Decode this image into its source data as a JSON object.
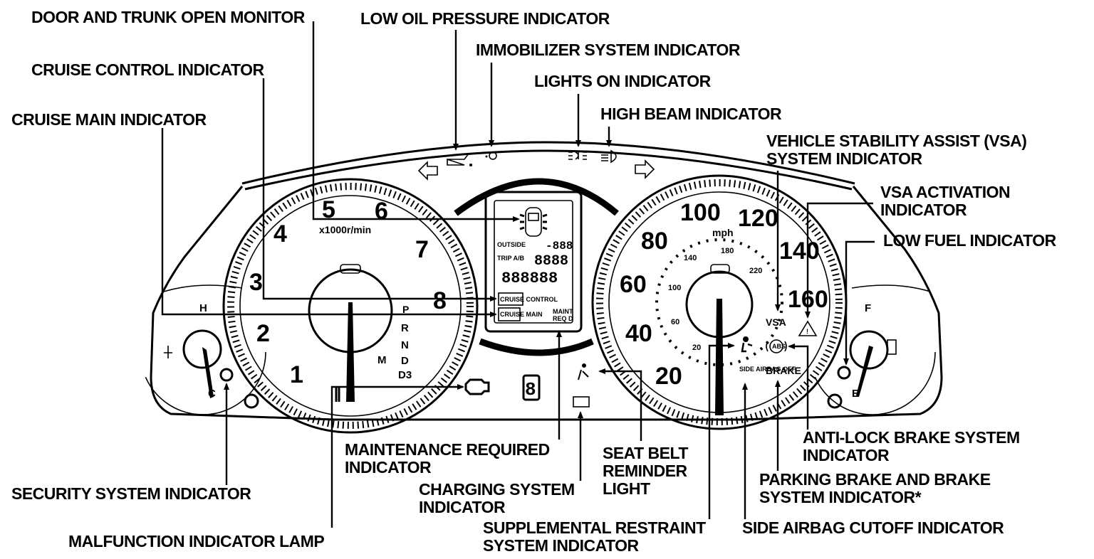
{
  "labels": {
    "door_trunk": "DOOR AND TRUNK OPEN MONITOR",
    "low_oil": "LOW OIL PRESSURE INDICATOR",
    "immobilizer": "IMMOBILIZER SYSTEM INDICATOR",
    "lights_on": "LIGHTS ON INDICATOR",
    "high_beam": "HIGH BEAM INDICATOR",
    "cruise_control": "CRUISE CONTROL INDICATOR",
    "cruise_main": "CRUISE MAIN INDICATOR",
    "vsa_line1": "VEHICLE STABILITY ASSIST (VSA)",
    "vsa_line2": "SYSTEM INDICATOR",
    "vsa_act_line1": "VSA ACTIVATION",
    "vsa_act_line2": "INDICATOR",
    "low_fuel": "LOW FUEL INDICATOR",
    "maint_line1": "MAINTENANCE REQUIRED",
    "maint_line2": "INDICATOR",
    "seatbelt_line1": "SEAT BELT",
    "seatbelt_line2": "REMINDER",
    "seatbelt_line3": "LIGHT",
    "charging_line1": "CHARGING SYSTEM",
    "charging_line2": "INDICATOR",
    "security": "SECURITY SYSTEM INDICATOR",
    "mil": "MALFUNCTION INDICATOR LAMP",
    "srs_line1": "SUPPLEMENTAL RESTRAINT",
    "srs_line2": "SYSTEM INDICATOR",
    "abs_line1": "ANTI-LOCK BRAKE SYSTEM",
    "abs_line2": "INDICATOR",
    "parking_line1": "PARKING BRAKE AND BRAKE",
    "parking_line2": "SYSTEM INDICATOR*",
    "side_airbag": "SIDE AIRBAG CUTOFF INDICATOR"
  },
  "tachometer": {
    "unit": "x1000r/min",
    "numbers": [
      "1",
      "2",
      "3",
      "4",
      "5",
      "6",
      "7",
      "8"
    ]
  },
  "speedometer": {
    "unit": "mph",
    "numbers": [
      "20",
      "40",
      "60",
      "80",
      "100",
      "120",
      "140",
      "160"
    ],
    "inner_numbers": [
      "20",
      "60",
      "100",
      "140",
      "180",
      "220"
    ]
  },
  "gauges": {
    "temp_hot": "H",
    "temp_cold": "C",
    "fuel_full": "F",
    "fuel_empty": "E"
  },
  "gear_positions": [
    "P",
    "R",
    "N",
    "D",
    "D3"
  ],
  "manual_mode": "M",
  "display": {
    "outside": "OUTSIDE",
    "outside_value": "-888",
    "trip": "TRIP A/B",
    "trip_value": "8888",
    "odo_value": "888888",
    "cruise_control_text": "CRUISE CONTROL",
    "cruise_main_text": "CRUISE MAIN",
    "maint_text_1": "MAINT",
    "maint_text_2": "REQ D",
    "gear_digit": "8"
  },
  "indicator_texts": {
    "vsa": "VSA",
    "brake": "BRAKE",
    "side_airbag": "SIDE AIRBAG OFF"
  }
}
